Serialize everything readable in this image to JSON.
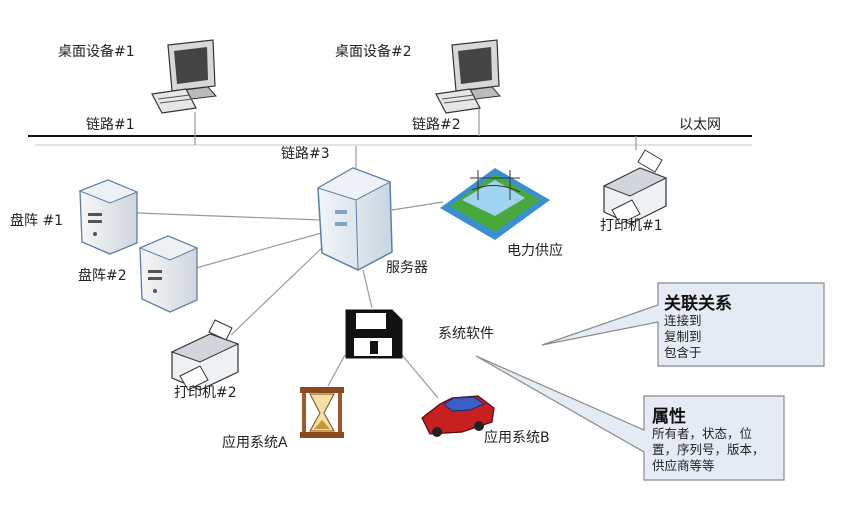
{
  "labels": {
    "desktop1": "桌面设备#1",
    "desktop2": "桌面设备#2",
    "link1": "链路#1",
    "link2": "链路#2",
    "link3": "链路#3",
    "ethernet": "以太网",
    "array1": "盘阵 #1",
    "array2": "盘阵#2",
    "server": "服务器",
    "power": "电力供应",
    "printer1": "打印机#1",
    "printer2": "打印机#2",
    "software": "系统软件",
    "appA": "应用系统A",
    "appB": "应用系统B"
  },
  "callouts": {
    "relations": {
      "title": "关联关系",
      "lines": [
        "连接到",
        "复制到",
        "包含于"
      ]
    },
    "attributes": {
      "title": "属性",
      "lines": [
        "所有者，状态，位",
        "置，序列号，版本，",
        "供应商等等"
      ]
    }
  },
  "colors": {
    "callout_fill": "#e4ebf5",
    "callout_border": "#8a8a8a",
    "link_line": "#999999",
    "bus_line": "#111111"
  }
}
